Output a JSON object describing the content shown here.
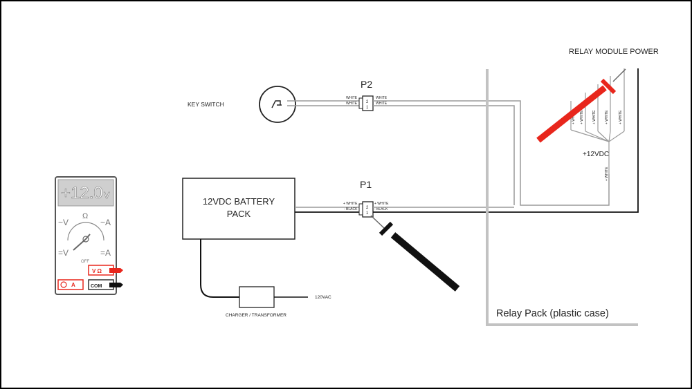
{
  "title": "RELAY MODULE POWER",
  "key_switch_label": "KEY SWITCH",
  "battery": {
    "line1": "12VDC BATTERY",
    "line2": "PACK"
  },
  "charger_label": "CHARGER / TRANSFORMER",
  "ac_label": "120VAC",
  "relay_pack_label": "Relay Pack (plastic case)",
  "p2": {
    "name": "P2",
    "pin_top": "2",
    "pin_bottom": "1",
    "left_top": "WHITE",
    "left_bottom": "WHITE",
    "right_top": "WHITE",
    "right_bottom": "WHITE"
  },
  "p1": {
    "name": "P1",
    "pin_top": "2",
    "pin_bottom": "1",
    "left_top": "+ WHITE",
    "left_bottom": "- BLACK",
    "right_top": "+ WHITE",
    "right_bottom": "- BLACK"
  },
  "relay_wires": [
    "+ WHITE",
    "+ WHITE",
    "+ WHITE",
    "+ WHITE",
    "+ WHITE"
  ],
  "relay_voltage": "+12VDC",
  "relay_input_wire": "+ WHITE",
  "meter": {
    "reading": "+12.0",
    "unit": "v",
    "omega": "Ω",
    "off": "OFF",
    "ac_v": "~V",
    "ac_a": "~A",
    "dc_v": "=V",
    "dc_a": "=A",
    "jack_vohm": "V Ω",
    "jack_com": "COM",
    "jack_a": "A"
  },
  "colors": {
    "probe_red": "#e8261c",
    "probe_black": "#111111",
    "wire_gray": "#9a9a9a",
    "case_gray": "#c2c2c2"
  }
}
